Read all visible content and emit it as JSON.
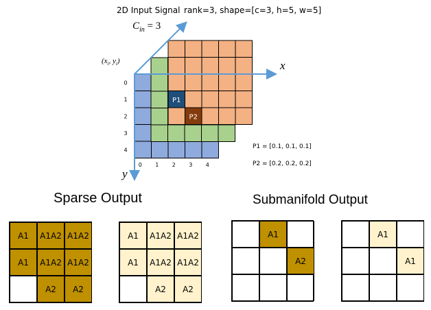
{
  "header": {
    "signal_title": "2D Input Signal",
    "signal_meta": "rank=3, shape=[c=3, h=5, w=5]",
    "channels_label": "C_in = 3",
    "channels_sub": "in",
    "channels_value": "= 3",
    "origin_label": "(x_i, y_i)",
    "x_axis_label": "x",
    "y_axis_label": "y"
  },
  "input": {
    "row_labels": [
      "0",
      "1",
      "2",
      "3",
      "4"
    ],
    "col_labels": [
      "0",
      "1",
      "2",
      "3",
      "4"
    ],
    "points": [
      {
        "label": "P1",
        "color": "#1f4e79"
      },
      {
        "label": "P2",
        "color": "#843c0c"
      }
    ],
    "point_values": [
      "P1 = [0.1, 0.1, 0.1]",
      "P2 = [0.2, 0.2, 0.2]"
    ],
    "channel_colors": [
      "#f4b183",
      "#a9d18e",
      "#8faadc"
    ]
  },
  "sections": {
    "sparse_title": "Sparse Output",
    "submanifold_title": "Submanifold Output"
  },
  "outputs": {
    "sparse_a": {
      "fill": "#bf9000",
      "cells": [
        "A1",
        "A1A2",
        "A1A2",
        "A1",
        "A1A2",
        "A1A2",
        "",
        "A2",
        "A2"
      ]
    },
    "sparse_b": {
      "fill": "#fff2cc",
      "cells": [
        "A1",
        "A1A2",
        "A1A2",
        "A1",
        "A1A2",
        "A1A2",
        "",
        "A2",
        "A2"
      ]
    },
    "submanifold_a": {
      "fill": "#bf9000",
      "cells": [
        "",
        "A1",
        "",
        "",
        "",
        "A2",
        "",
        "",
        ""
      ]
    },
    "submanifold_b": {
      "fill": "#fff2cc",
      "cells": [
        "",
        "A1",
        "",
        "",
        "",
        "A1",
        "",
        "",
        ""
      ]
    }
  }
}
